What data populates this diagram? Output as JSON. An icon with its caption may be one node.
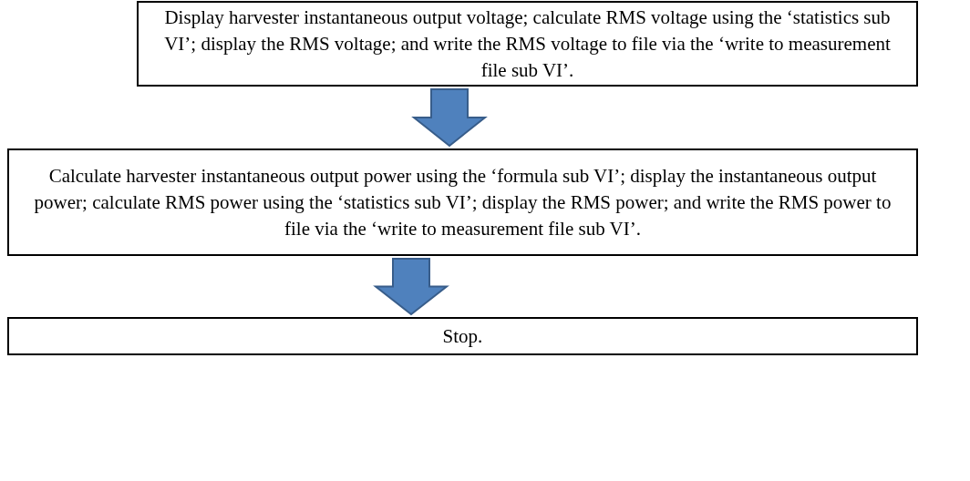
{
  "diagram": {
    "nodes": [
      {
        "text": [
          "Display harvester instantaneous output voltage; calculate RMS voltage using the ‘statistics sub VI’; display the RMS voltage; and write the RMS voltage to file via the ‘write to measurement file sub VI’."
        ]
      },
      {
        "text": [
          "Calculate harvester instantaneous output power using the ‘formula sub VI’; display the instantaneous output power; calculate RMS power using the ‘statistics sub VI’; display the RMS power; and write the RMS power to file via the ‘write to measurement file sub VI’."
        ]
      },
      {
        "text": [
          "Stop."
        ]
      }
    ],
    "edges": [
      {
        "from": 0,
        "to": 1,
        "arrow": "to"
      },
      {
        "from": 1,
        "to": 2,
        "arrow": "to"
      }
    ]
  }
}
